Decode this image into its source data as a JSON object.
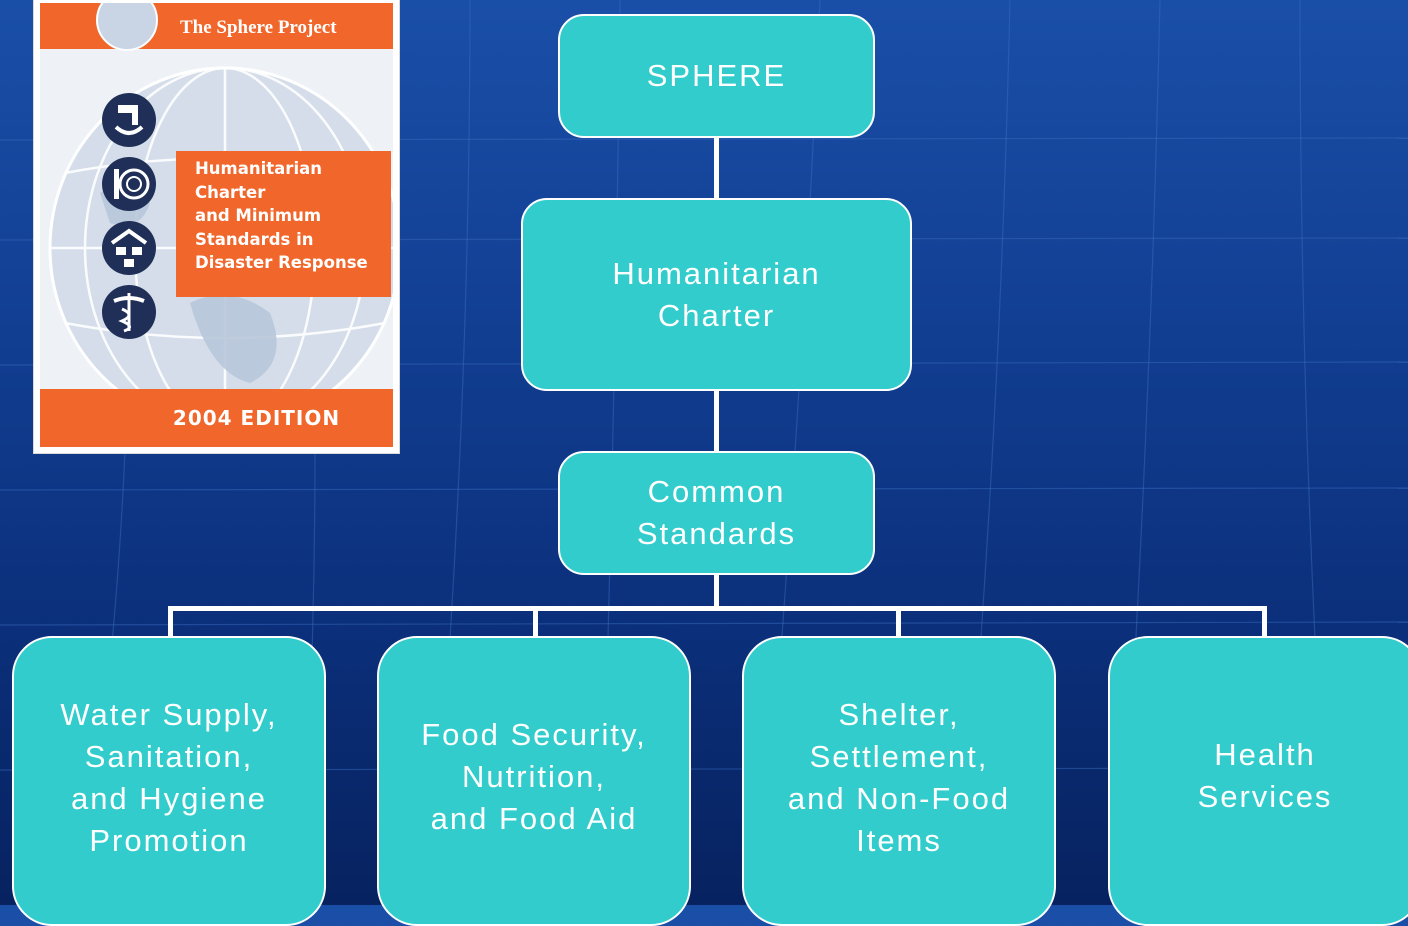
{
  "book_cover": {
    "publisher": "The Sphere Project",
    "subtitle": "Humanitarian\nCharter\nand Minimum\nStandards in\nDisaster Response",
    "edition": "2004 EDITION",
    "icons": [
      "water-tap-icon",
      "food-icon",
      "shelter-icon",
      "health-caduceus-icon"
    ],
    "colors": {
      "orange": "#f0662b",
      "globe": "#c9d4e4"
    }
  },
  "diagram": {
    "root": "SPHERE",
    "charter": "Humanitarian\nCharter",
    "common": "Common\nStandards",
    "sectors": [
      "Water Supply,\nSanitation,\nand Hygiene\nPromotion",
      "Food Security,\nNutrition,\nand Food Aid",
      "Shelter,\nSettlement,\nand Non-Food\nItems",
      "Health\nServices"
    ]
  },
  "colors": {
    "background_top": "#1a4fa8",
    "background_bottom": "#07225f",
    "node_fill": "#33cccc",
    "node_border": "#ffffff",
    "connector": "#ffffff"
  }
}
